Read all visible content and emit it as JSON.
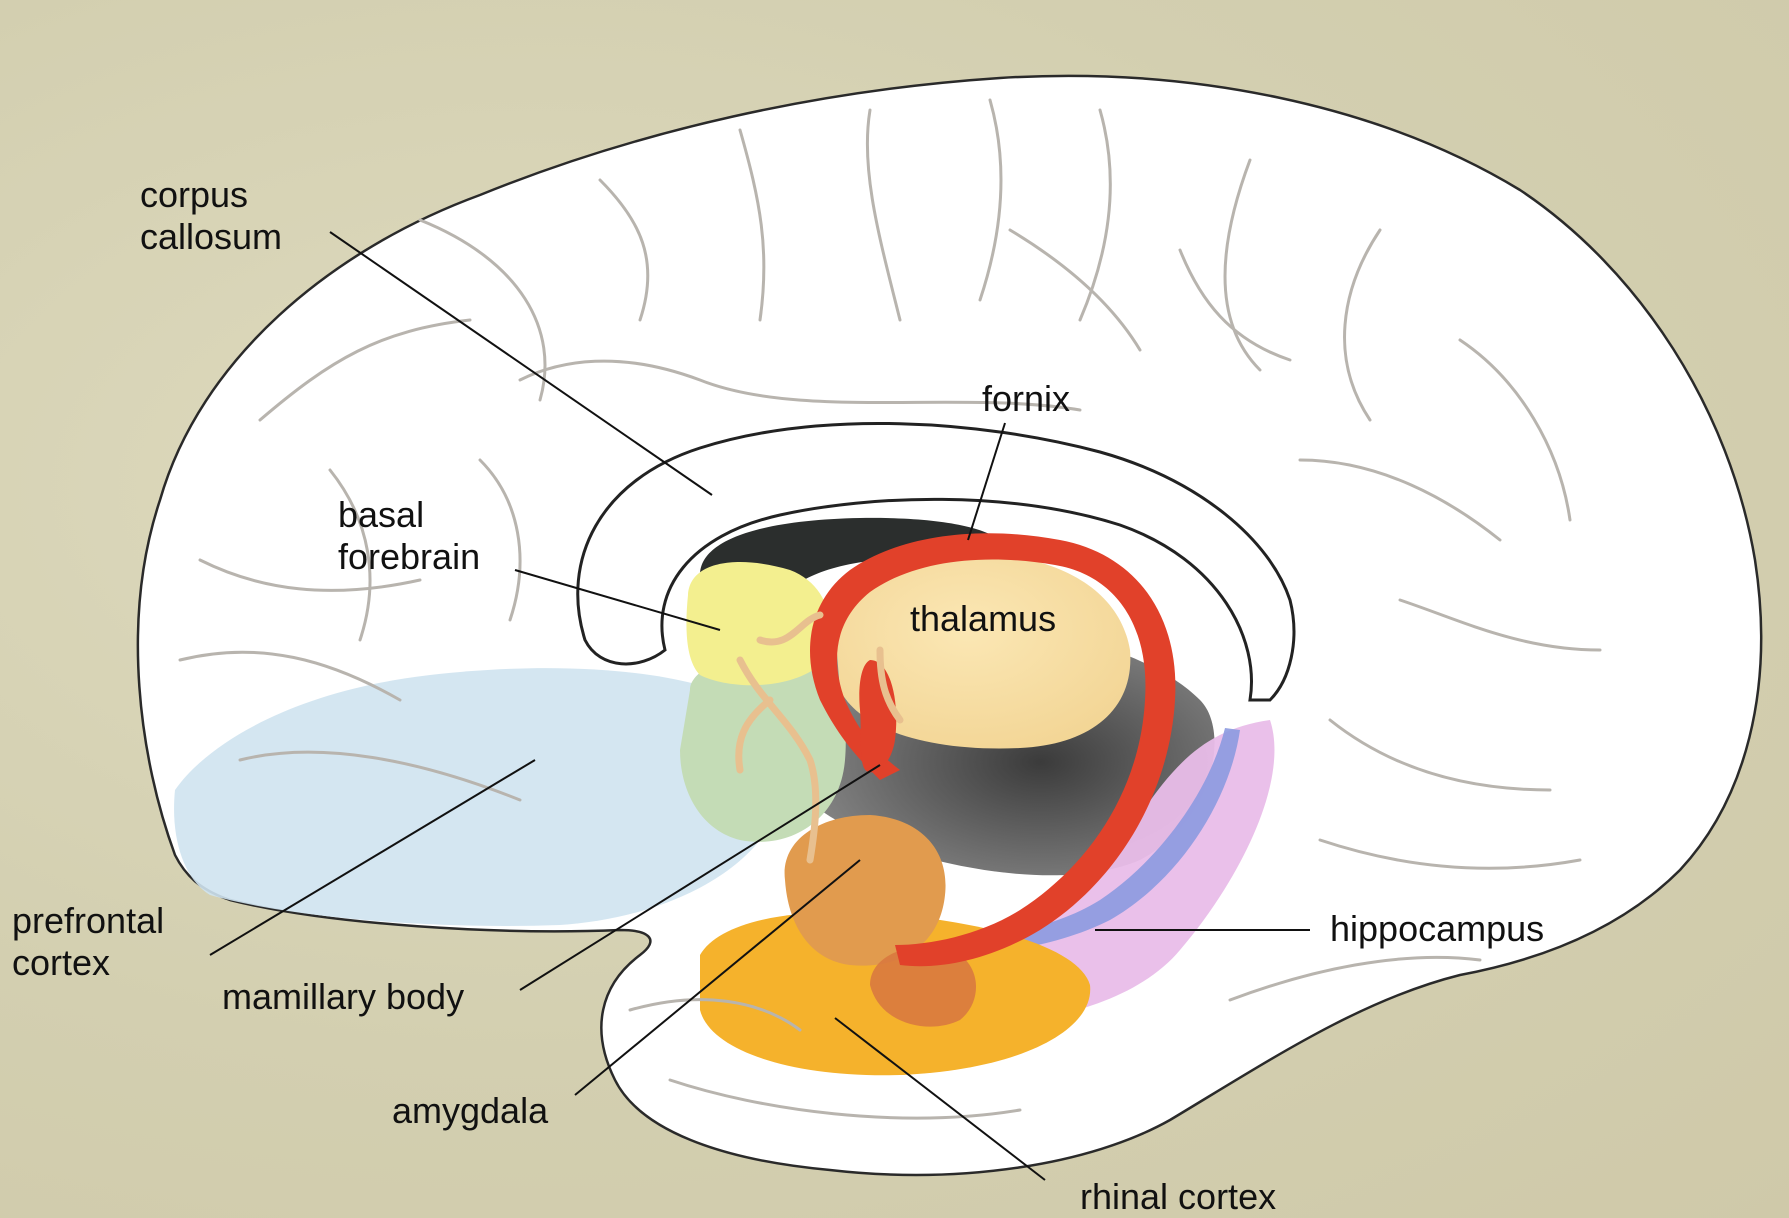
{
  "labels": {
    "corpus_callosum": [
      "corpus",
      "callosum"
    ],
    "fornix": "fornix",
    "basal_forebrain": [
      "basal",
      "forebrain"
    ],
    "thalamus": "thalamus",
    "prefrontal_cortex": [
      "prefrontal",
      "cortex"
    ],
    "mamillary_body": "mamillary body",
    "amygdala": "amygdala",
    "hippocampus": "hippocampus",
    "rhinal_cortex": "rhinal cortex"
  },
  "colors": {
    "background": "#d8d3b4",
    "brain": "#ffffff",
    "gyri": "#b8b4ae",
    "corpus_callosum_outline": "#2a2a2a",
    "dark_region": "#2b2e2d",
    "basal_forebrain": "#f3ef8f",
    "septal_green": "#c4dcb6",
    "prefrontal": "#cfe3ef",
    "thalamus": "#f8e2a8",
    "fornix": "#e1412a",
    "gray_cavity": "#6a6a6a",
    "amygdala": "#e19b4e",
    "rhinal": "#f5b22c",
    "hippocampus": "#e9bde9",
    "hippocampus_blue": "#8c9ae0"
  }
}
